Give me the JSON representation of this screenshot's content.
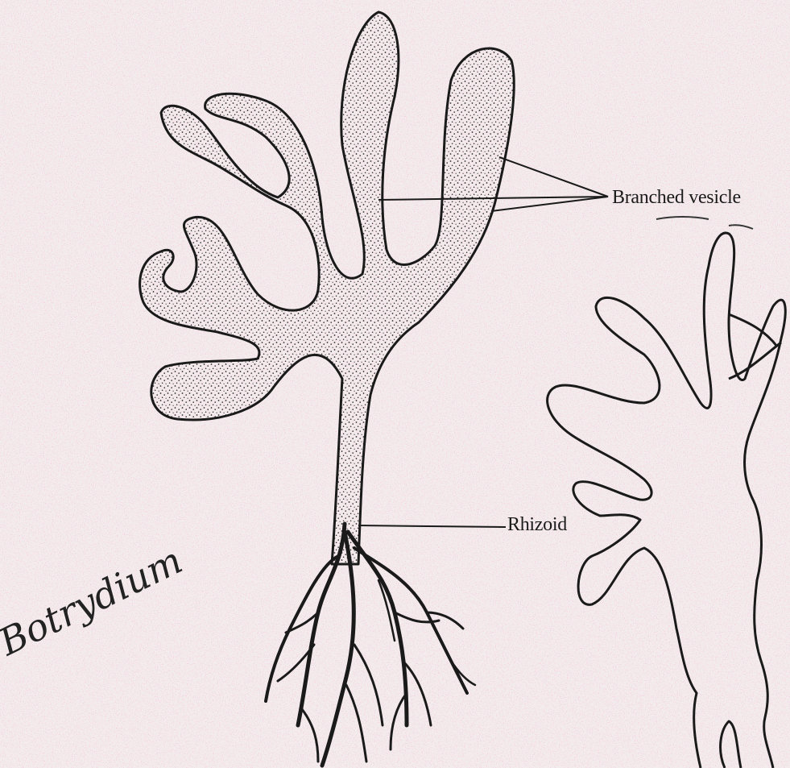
{
  "labels": {
    "branched_vesicle": "Branched vesicle",
    "rhizoid": "Rhizoid"
  },
  "handwritten_title": "Botrydium",
  "colors": {
    "paper": "#f3ecec",
    "ink": "#1a1a1a",
    "stipple": "#2a2a2a",
    "speckle_pink": "#e7a9c4",
    "speckle_green": "#b9d3b0"
  }
}
